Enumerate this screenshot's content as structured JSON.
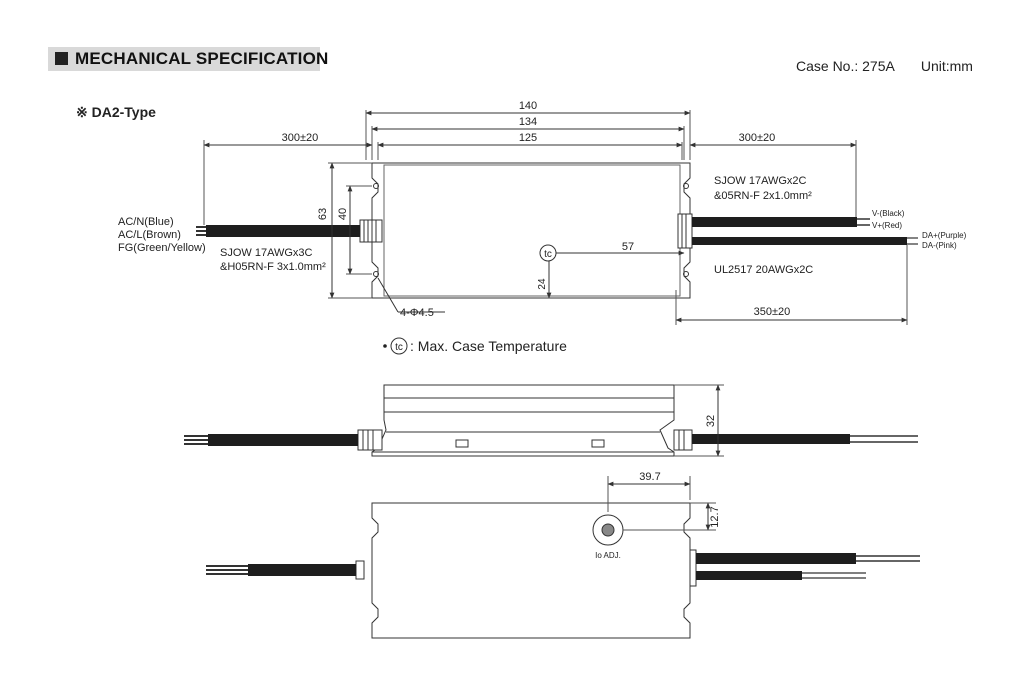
{
  "header": {
    "title": "MECHANICAL SPECIFICATION",
    "case_no": "Case No.: 275A",
    "unit": "Unit:mm"
  },
  "type_label": "※ DA2-Type",
  "top_view": {
    "dim_overall": "140",
    "dim_body": "134",
    "dim_mount": "125",
    "dim_left_cable": "300±20",
    "dim_right_cable": "300±20",
    "dim_height_outer": "63",
    "dim_height_inner": "40",
    "dim_tc_x": "57",
    "dim_tc_y": "24",
    "dim_da_cable": "350±20",
    "hole_label": "4-Φ4.5",
    "tc_symbol": "tc",
    "tc_note": ": Max. Case Temperature",
    "input_wires": [
      "AC/N(Blue)",
      "AC/L(Brown)",
      "FG(Green/Yellow)"
    ],
    "input_cable_line1": "SJOW 17AWGx3C",
    "input_cable_line2": "&H05RN-F 3x1.0mm²",
    "output_cable_line1": "SJOW 17AWGx2C",
    "output_cable_line2": "&05RN-F  2x1.0mm²",
    "output_wires": [
      "V-(Black)",
      "V+(Red)"
    ],
    "dim_wires": [
      "DA+(Purple)",
      "DA-(Pink)"
    ],
    "dim_cable": "UL2517 20AWGx2C"
  },
  "side_view": {
    "dim_height": "32"
  },
  "bottom_view": {
    "dim_adj_x": "39.7",
    "dim_adj_y": "12.7",
    "adj_label": "Io ADJ."
  }
}
